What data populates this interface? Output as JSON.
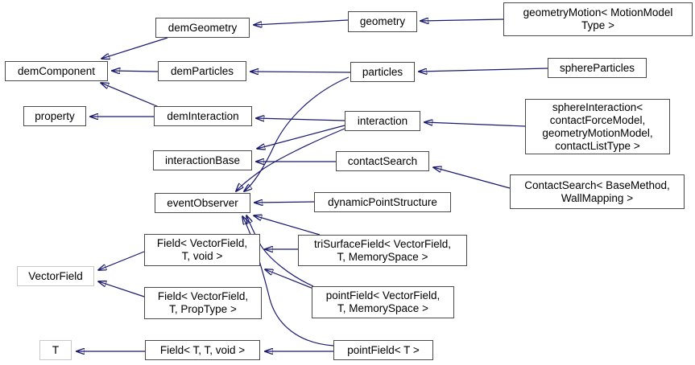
{
  "diagram": {
    "kind": "class-inheritance-graph",
    "background_color": "#ffffff",
    "edge_color": "#191970",
    "node_border_color": "#4a4a4a",
    "muted_node_border_color": "#c9c9c9",
    "nodes": [
      {
        "id": "demComponent",
        "label": "demComponent"
      },
      {
        "id": "demGeometry",
        "label": "demGeometry"
      },
      {
        "id": "geometry",
        "label": "geometry"
      },
      {
        "id": "geometryMotion",
        "label": "geometryMotion< MotionModel\nType >"
      },
      {
        "id": "demParticles",
        "label": "demParticles"
      },
      {
        "id": "particles",
        "label": "particles"
      },
      {
        "id": "sphereParticles",
        "label": "sphereParticles"
      },
      {
        "id": "property",
        "label": "property"
      },
      {
        "id": "demInteraction",
        "label": "demInteraction"
      },
      {
        "id": "interaction",
        "label": "interaction"
      },
      {
        "id": "sphereInteraction",
        "label": "sphereInteraction<\ncontactForceModel,\ngeometryMotionModel,\ncontactListType >"
      },
      {
        "id": "interactionBase",
        "label": "interactionBase"
      },
      {
        "id": "contactSearch",
        "label": "contactSearch"
      },
      {
        "id": "ContactSearchT",
        "label": "ContactSearch< BaseMethod,\nWallMapping >"
      },
      {
        "id": "eventObserver",
        "label": "eventObserver"
      },
      {
        "id": "dynamicPointStructure",
        "label": "dynamicPointStructure"
      },
      {
        "id": "fieldVectorVoid",
        "label": "Field< VectorField,\nT, void >"
      },
      {
        "id": "triSurfaceField",
        "label": "triSurfaceField< VectorField,\nT, MemorySpace >"
      },
      {
        "id": "VectorField",
        "label": "VectorField"
      },
      {
        "id": "fieldVectorPropType",
        "label": "Field< VectorField,\nT, PropType >"
      },
      {
        "id": "pointFieldVector",
        "label": "pointField< VectorField,\nT, MemorySpace >"
      },
      {
        "id": "T",
        "label": "T"
      },
      {
        "id": "fieldTTVoid",
        "label": "Field< T, T, void >"
      },
      {
        "id": "pointFieldT",
        "label": "pointField< T >"
      }
    ],
    "edges": [
      {
        "from": "demGeometry",
        "to": "demComponent"
      },
      {
        "from": "geometry",
        "to": "demGeometry"
      },
      {
        "from": "geometryMotion",
        "to": "geometry"
      },
      {
        "from": "demParticles",
        "to": "demComponent"
      },
      {
        "from": "particles",
        "to": "demParticles"
      },
      {
        "from": "particles",
        "to": "eventObserver"
      },
      {
        "from": "sphereParticles",
        "to": "particles"
      },
      {
        "from": "demInteraction",
        "to": "demComponent"
      },
      {
        "from": "demInteraction",
        "to": "property"
      },
      {
        "from": "interaction",
        "to": "demInteraction"
      },
      {
        "from": "interaction",
        "to": "interactionBase"
      },
      {
        "from": "interaction",
        "to": "eventObserver"
      },
      {
        "from": "sphereInteraction",
        "to": "interaction"
      },
      {
        "from": "contactSearch",
        "to": "interactionBase"
      },
      {
        "from": "ContactSearchT",
        "to": "contactSearch"
      },
      {
        "from": "dynamicPointStructure",
        "to": "eventObserver"
      },
      {
        "from": "triSurfaceField",
        "to": "eventObserver"
      },
      {
        "from": "triSurfaceField",
        "to": "fieldVectorVoid"
      },
      {
        "from": "pointFieldVector",
        "to": "eventObserver"
      },
      {
        "from": "pointFieldVector",
        "to": "fieldVectorVoid"
      },
      {
        "from": "fieldVectorVoid",
        "to": "VectorField"
      },
      {
        "from": "fieldVectorPropType",
        "to": "VectorField"
      },
      {
        "from": "pointFieldT",
        "to": "eventObserver"
      },
      {
        "from": "pointFieldT",
        "to": "fieldTTVoid"
      },
      {
        "from": "fieldTTVoid",
        "to": "T"
      }
    ]
  }
}
